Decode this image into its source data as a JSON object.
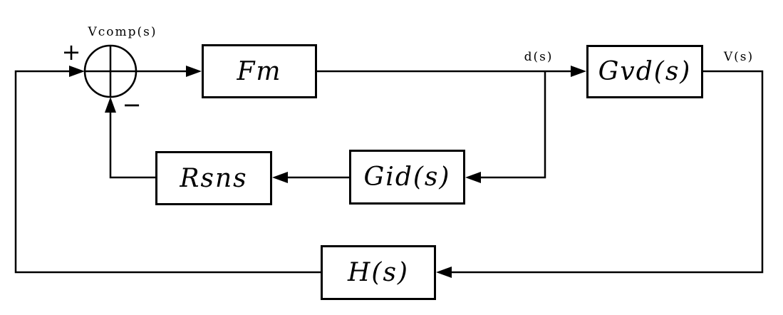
{
  "diagram": {
    "type": "control-loop-block-diagram",
    "colors": {
      "line": "#000000",
      "background": "#ffffff",
      "text": "#000000"
    },
    "summing_junction": {
      "label": "Vcomp(s)",
      "plus": "+",
      "minus": "−"
    },
    "blocks": {
      "fm": {
        "label": "Fm"
      },
      "gvd": {
        "label": "Gvd(s)"
      },
      "gid": {
        "label": "Gid(s)"
      },
      "rsns": {
        "label": "Rsns"
      },
      "h": {
        "label": "H(s)"
      }
    },
    "signals": {
      "d": {
        "label": "d(s)"
      },
      "v": {
        "label": "V(s)"
      }
    },
    "connections": [
      {
        "from": "H(s)",
        "to": "summing-junction",
        "sign": "+",
        "note": "outer feedback, enters left of summing junction"
      },
      {
        "from": "summing-junction",
        "to": "Fm"
      },
      {
        "from": "Fm",
        "to": "Gvd(s)",
        "signal": "d(s)"
      },
      {
        "from": "d(s) branch",
        "to": "Gid(s)"
      },
      {
        "from": "Gid(s)",
        "to": "Rsns"
      },
      {
        "from": "Rsns",
        "to": "summing-junction",
        "sign": "−",
        "note": "enters bottom of summing junction"
      },
      {
        "from": "Gvd(s)",
        "to": "H(s)",
        "signal": "V(s)"
      }
    ]
  }
}
